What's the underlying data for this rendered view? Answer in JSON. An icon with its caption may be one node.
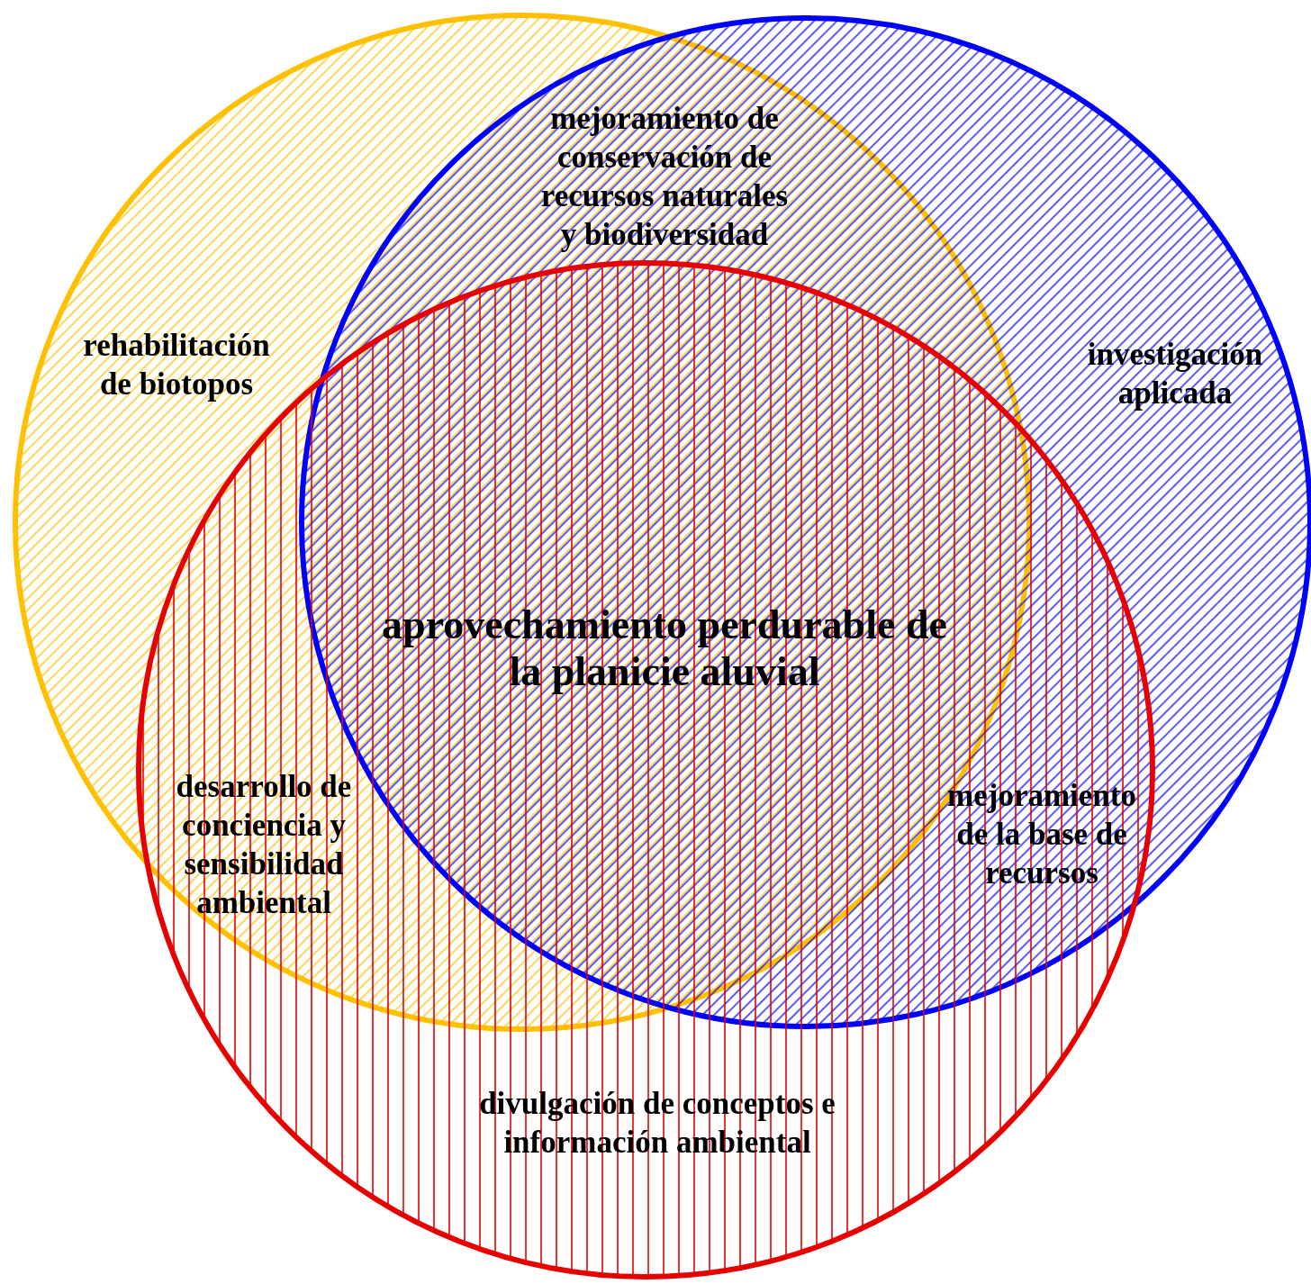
{
  "diagram": {
    "nodes": [
      {
        "text": [
          "rehabilitación de biotopos"
        ]
      },
      {
        "text": [
          "investigación aplicada"
        ]
      },
      {
        "text": [
          "divulgación de conceptos e información ambiental"
        ]
      }
    ],
    "labels": [
      "mejoramiento de conservación de recursos naturales y biodiversidad",
      "aprovechamiento perdurable de la planicie aluvial",
      "desarrollo de conciencia y sensibilidad ambiental",
      "mejoramiento de la base de recursos"
    ]
  }
}
